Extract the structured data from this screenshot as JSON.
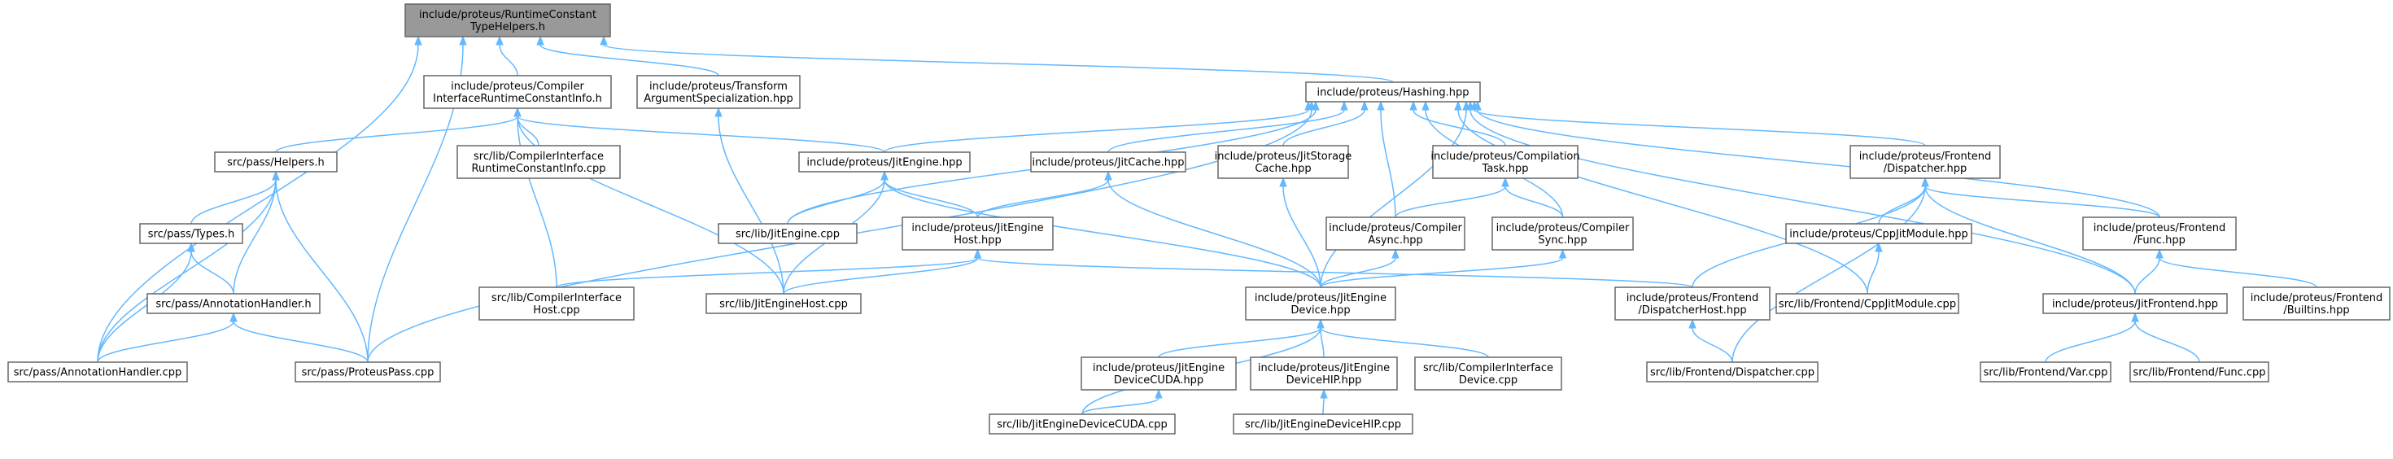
{
  "colors": {
    "edge": "#63b8ff",
    "node_border": "#666666",
    "root_fill": "#999999",
    "node_fill": "#ffffff"
  },
  "nodes": [
    {
      "id": "rc",
      "lines": [
        "include/proteus/RuntimeConstant",
        "TypeHelpers.h"
      ],
      "root": true
    },
    {
      "id": "crc",
      "lines": [
        "include/proteus/Compiler",
        "InterfaceRuntimeConstantInfo.h"
      ]
    },
    {
      "id": "tas",
      "lines": [
        "include/proteus/Transform",
        "ArgumentSpecialization.hpp"
      ]
    },
    {
      "id": "hash",
      "lines": [
        "include/proteus/Hashing.hpp"
      ]
    },
    {
      "id": "helpers",
      "lines": [
        "src/pass/Helpers.h"
      ]
    },
    {
      "id": "circ",
      "lines": [
        "src/lib/CompilerInterface",
        "RuntimeConstantInfo.cpp"
      ]
    },
    {
      "id": "jitengine",
      "lines": [
        "include/proteus/JitEngine.hpp"
      ]
    },
    {
      "id": "jitcache",
      "lines": [
        "include/proteus/JitCache.hpp"
      ]
    },
    {
      "id": "jitstorage",
      "lines": [
        "include/proteus/JitStorage",
        "Cache.hpp"
      ]
    },
    {
      "id": "comptask",
      "lines": [
        "include/proteus/Compilation",
        "Task.hpp"
      ]
    },
    {
      "id": "fdisp",
      "lines": [
        "include/proteus/Frontend",
        "/Dispatcher.hpp"
      ]
    },
    {
      "id": "types",
      "lines": [
        "src/pass/Types.h"
      ]
    },
    {
      "id": "jitenginecpp",
      "lines": [
        "src/lib/JitEngine.cpp"
      ]
    },
    {
      "id": "jehost",
      "lines": [
        "include/proteus/JitEngine",
        "Host.hpp"
      ]
    },
    {
      "id": "casync",
      "lines": [
        "include/proteus/Compiler",
        "Async.hpp"
      ]
    },
    {
      "id": "csync",
      "lines": [
        "include/proteus/Compiler",
        "Sync.hpp"
      ]
    },
    {
      "id": "cppjitmod",
      "lines": [
        "include/proteus/CppJitModule.hpp"
      ]
    },
    {
      "id": "ffunc",
      "lines": [
        "include/proteus/Frontend",
        "/Func.hpp"
      ]
    },
    {
      "id": "annoth",
      "lines": [
        "src/pass/AnnotationHandler.h"
      ]
    },
    {
      "id": "cihost",
      "lines": [
        "src/lib/CompilerInterface",
        "Host.cpp"
      ]
    },
    {
      "id": "jehostcpp",
      "lines": [
        "src/lib/JitEngineHost.cpp"
      ]
    },
    {
      "id": "jedev",
      "lines": [
        "include/proteus/JitEngine",
        "Device.hpp"
      ]
    },
    {
      "id": "fdisphost",
      "lines": [
        "include/proteus/Frontend",
        "/DispatcherHost.hpp"
      ]
    },
    {
      "id": "cppjitmodcpp",
      "lines": [
        "src/lib/Frontend/CppJitModule.cpp"
      ]
    },
    {
      "id": "jitfront",
      "lines": [
        "include/proteus/JitFrontend.hpp"
      ]
    },
    {
      "id": "fbuiltins",
      "lines": [
        "include/proteus/Frontend",
        "/Builtins.hpp"
      ]
    },
    {
      "id": "annotcpp",
      "lines": [
        "src/pass/AnnotationHandler.cpp"
      ]
    },
    {
      "id": "protpass",
      "lines": [
        "src/pass/ProteusPass.cpp"
      ]
    },
    {
      "id": "jedevcuda",
      "lines": [
        "include/proteus/JitEngine",
        "DeviceCUDA.hpp"
      ]
    },
    {
      "id": "jedevhip",
      "lines": [
        "include/proteus/JitEngine",
        "DeviceHIP.hpp"
      ]
    },
    {
      "id": "cidev",
      "lines": [
        "src/lib/CompilerInterface",
        "Device.cpp"
      ]
    },
    {
      "id": "dispcpp",
      "lines": [
        "src/lib/Frontend/Dispatcher.cpp"
      ]
    },
    {
      "id": "varcpp",
      "lines": [
        "src/lib/Frontend/Var.cpp"
      ]
    },
    {
      "id": "funccpp",
      "lines": [
        "src/lib/Frontend/Func.cpp"
      ]
    },
    {
      "id": "jedevcudacpp",
      "lines": [
        "src/lib/JitEngineDeviceCUDA.cpp"
      ]
    },
    {
      "id": "jedevhipcpp",
      "lines": [
        "src/lib/JitEngineDeviceHIP.cpp"
      ]
    }
  ]
}
